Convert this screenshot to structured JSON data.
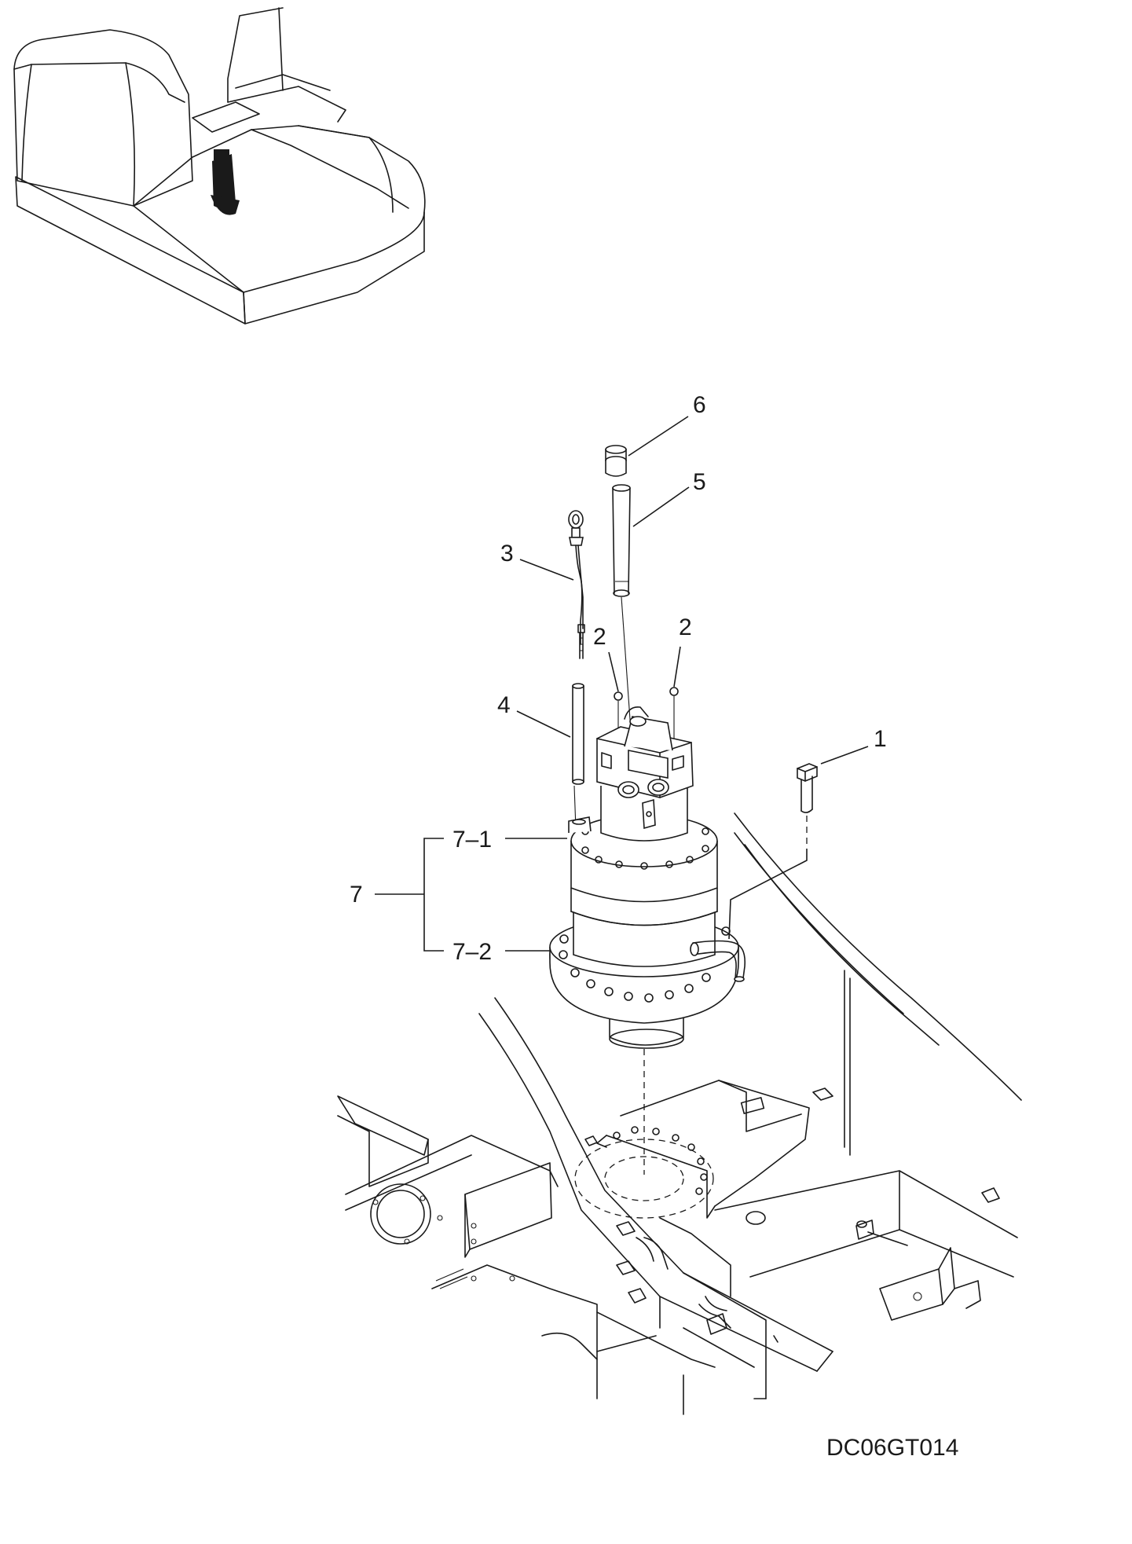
{
  "figure": {
    "code": "DC06GT014",
    "callouts": [
      {
        "id": "c1",
        "label": "1"
      },
      {
        "id": "c2a",
        "label": "2"
      },
      {
        "id": "c2b",
        "label": "2"
      },
      {
        "id": "c3",
        "label": "3"
      },
      {
        "id": "c4",
        "label": "4"
      },
      {
        "id": "c5",
        "label": "5"
      },
      {
        "id": "c6",
        "label": "6"
      },
      {
        "id": "c7",
        "label": "7"
      },
      {
        "id": "c7-1",
        "label": "7–1"
      },
      {
        "id": "c7-2",
        "label": "7–2"
      }
    ]
  }
}
